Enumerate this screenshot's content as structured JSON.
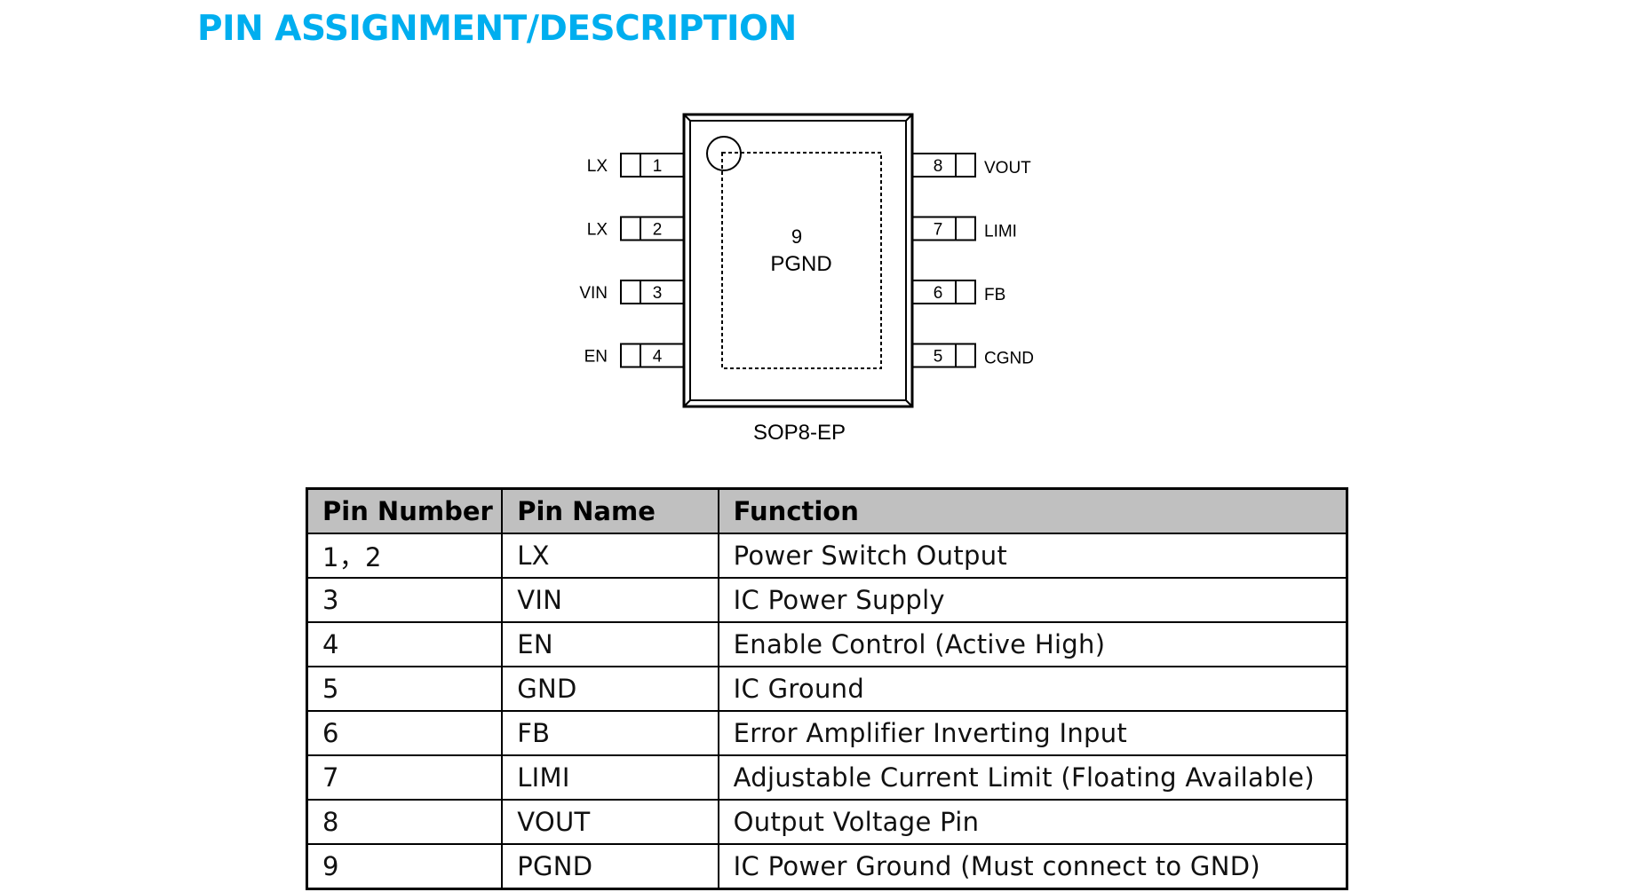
{
  "heading": "PIN ASSIGNMENT/DESCRIPTION",
  "accent_color": "#00AEEF",
  "diagram": {
    "package": "SOP8-EP",
    "pad": {
      "number": "9",
      "name": "PGND"
    },
    "left_pins": [
      {
        "number": "1",
        "name": "LX"
      },
      {
        "number": "2",
        "name": "LX"
      },
      {
        "number": "3",
        "name": "VIN"
      },
      {
        "number": "4",
        "name": "EN"
      }
    ],
    "right_pins": [
      {
        "number": "8",
        "name": "VOUT"
      },
      {
        "number": "7",
        "name": "LIMI"
      },
      {
        "number": "6",
        "name": "FB"
      },
      {
        "number": "5",
        "name": "CGND"
      }
    ]
  },
  "table": {
    "headers": [
      "Pin Number",
      "Pin Name",
      "Function"
    ],
    "rows": [
      [
        "1，2",
        "LX",
        "Power Switch Output"
      ],
      [
        "3",
        "VIN",
        "IC Power Supply"
      ],
      [
        "4",
        "EN",
        "Enable Control (Active High)"
      ],
      [
        "5",
        "GND",
        "IC Ground"
      ],
      [
        "6",
        "FB",
        "Error Amplifier Inverting Input"
      ],
      [
        "7",
        "LIMI",
        "Adjustable Current Limit (Floating Available)"
      ],
      [
        "8",
        "VOUT",
        "Output Voltage Pin"
      ],
      [
        "9",
        "PGND",
        "IC Power Ground (Must connect to GND)"
      ]
    ]
  }
}
